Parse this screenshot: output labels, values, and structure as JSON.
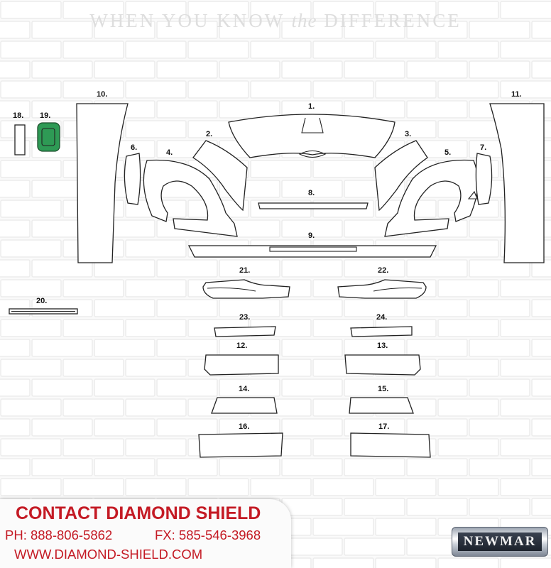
{
  "headline": {
    "part1": "WHEN YOU KNOW ",
    "part2": "the",
    "part3": " DIFFERENCE"
  },
  "panels": {
    "p1": "1.",
    "p2": "2.",
    "p3": "3.",
    "p4": "4.",
    "p5": "5.",
    "p6": "6.",
    "p7": "7.",
    "p8": "8.",
    "p9": "9.",
    "p10": "10.",
    "p11": "11.",
    "p12": "12.",
    "p13": "13.",
    "p14": "14.",
    "p15": "15.",
    "p16": "16.",
    "p17": "17.",
    "p18": "18.",
    "p19": "19.",
    "p20": "20.",
    "p21": "21.",
    "p22": "22.",
    "p23": "23.",
    "p24": "24."
  },
  "colors": {
    "highlight_panel": "#2e9a55",
    "contact_text": "#c41a24"
  },
  "contact": {
    "title": "CONTACT DIAMOND SHIELD",
    "phone": "PH: 888-806-5862",
    "fax": "FX: 585-546-3968",
    "website": "WWW.DIAMOND-SHIELD.COM"
  },
  "logo": {
    "text": "NEWMAR"
  }
}
